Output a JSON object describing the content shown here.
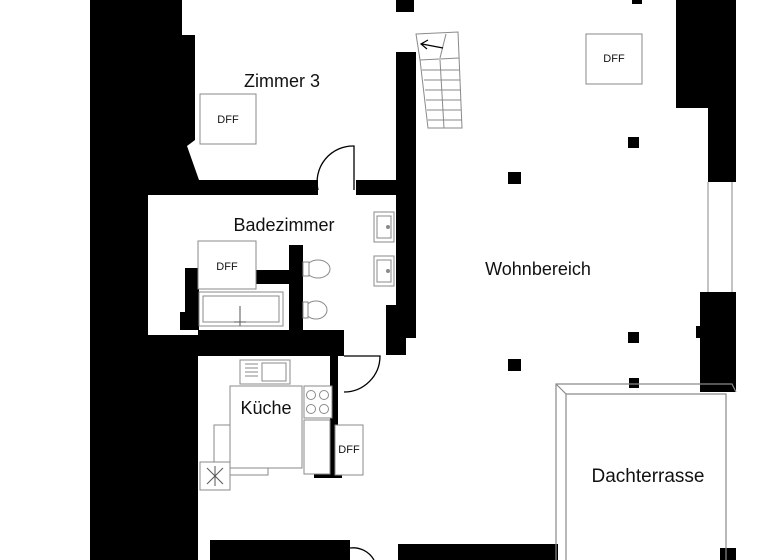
{
  "floorplan": {
    "rooms": {
      "zimmer3": "Zimmer 3",
      "badezimmer": "Badezimmer",
      "wohnbereich": "Wohnbereich",
      "kueche": "Küche",
      "dachterrasse": "Dachterrasse"
    },
    "dff_label": "DFF",
    "colors": {
      "wall": "#000000",
      "fixture_line": "#8a8a8a",
      "background": "#ffffff"
    }
  }
}
